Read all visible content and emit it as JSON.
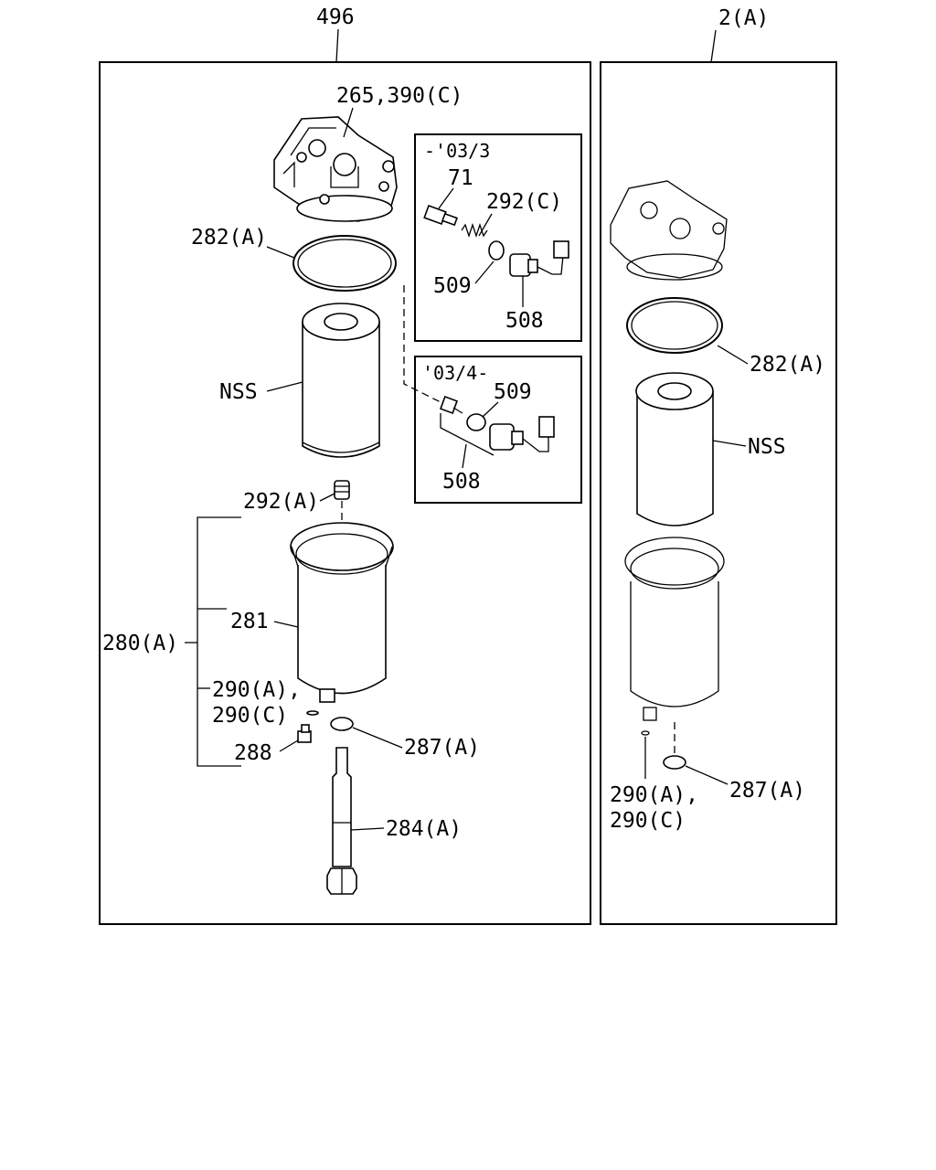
{
  "assemblies": {
    "left_number": "496",
    "right_number": "2(A)"
  },
  "left_labels": {
    "head": "265,390(C)",
    "oring": "282(A)",
    "element": "NSS",
    "spring": "292(A)",
    "bracket": "280(A)",
    "bowl": "281",
    "plug_a": "290(A),",
    "plug_c": "290(C)",
    "drain": "288",
    "gasket": "287(A)",
    "bolt": "284(A)"
  },
  "inset_top": {
    "range": "-'03/3",
    "part_71": "71",
    "part_292c": "292(C)",
    "part_509": "509",
    "part_508": "508"
  },
  "inset_bottom": {
    "range": "'03/4-",
    "part_509": "509",
    "part_508": "508"
  },
  "right_labels": {
    "oring": "282(A)",
    "element": "NSS",
    "plug_a": "290(A),",
    "plug_c": "290(C)",
    "gasket": "287(A)"
  }
}
